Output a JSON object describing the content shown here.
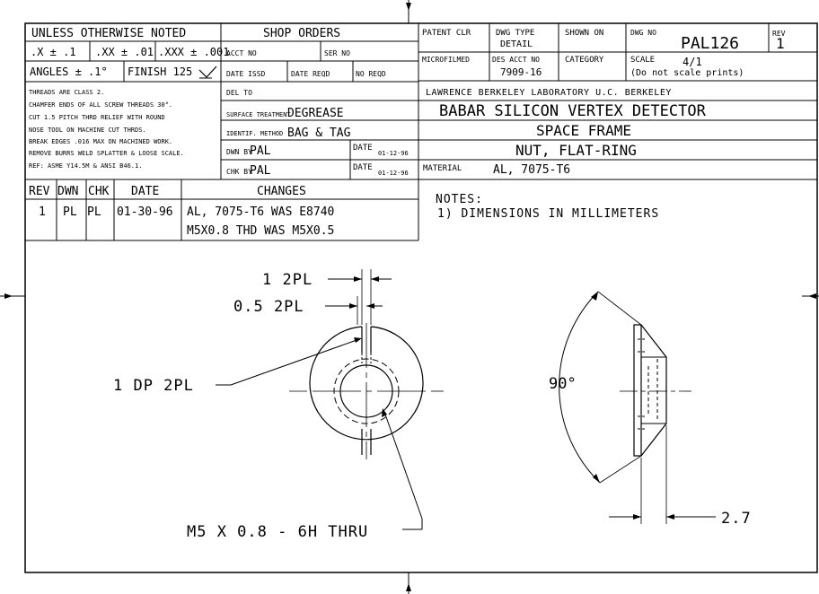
{
  "title_block": {
    "unless_noted": "UNLESS OTHERWISE NOTED",
    "tol_x": ".X ± .1",
    "tol_xx": ".XX ± .01",
    "tol_xxx": ".XXX ± .001",
    "angles": "ANGLES  ±  .1°",
    "finish": "FINISH 125",
    "general_notes": [
      "THREADS ARE CLASS 2.",
      "CHAMFER ENDS OF ALL SCREW THREADS 30°.",
      "CUT 1.5 PITCH THRD RELIEF WITH ROUND",
      "NOSE TOOL ON MACHINE CUT THRDS.",
      "BREAK EDGES .016 MAX ON MACHINED WORK.",
      "REMOVE BURRS WELD SPLATTER & LOOSE SCALE.",
      "REF: ASME Y14.5M & ANSI B46.1."
    ],
    "shop_orders": "SHOP ORDERS",
    "acct_no_label": "ACCT NO",
    "ser_no_label": "SER NO",
    "date_issd_label": "DATE ISSD",
    "date_reqd_label": "DATE REQD",
    "no_reqd_label": "NO REQD",
    "del_to_label": "DEL TO",
    "surface_treatment_label": "SURFACE TREATMENT",
    "surface_treatment": "DEGREASE",
    "identif_method_label": "IDENTIF. METHOD",
    "identif_method": "BAG & TAG",
    "dwn_by_label": "DWN BY",
    "dwn_by": "PAL",
    "chk_by_label": "CHK BY",
    "chk_by": "PAL",
    "date_label": "DATE",
    "dwn_date": "01-12-96",
    "chk_date": "01-12-96",
    "patent_clr": "PATENT CLR",
    "dwg_type_label": "DWG TYPE",
    "dwg_type": "DETAIL",
    "shown_on": "SHOWN ON",
    "dwg_no_label": "DWG NO",
    "dwg_no": "PAL126",
    "rev_label": "REV",
    "rev": "1",
    "microfilmed": "MICROFILMED",
    "des_acct_no_label": "DES ACCT NO",
    "des_acct_no": "7909-16",
    "category": "CATEGORY",
    "scale_label": "SCALE",
    "scale": "4/1",
    "scale_note": "(Do not scale prints)",
    "lab": "LAWRENCE  BERKELEY  LABORATORY  U.C. BERKELEY",
    "project": "BABAR SILICON VERTEX DETECTOR",
    "assembly": "SPACE FRAME",
    "part_name": "NUT, FLAT-RING",
    "material_label": "MATERIAL",
    "material": "AL, 7075-T6"
  },
  "revision_table": {
    "headers": [
      "REV",
      "DWN",
      "CHK",
      "DATE",
      "CHANGES"
    ],
    "rows": [
      {
        "rev": "1",
        "dwn": "PL",
        "chk": "PL",
        "date": "01-30-96",
        "change_1": "AL, 7075-T6 WAS E8740",
        "change_2": "M5X0.8 THD WAS M5X0.5"
      }
    ]
  },
  "notes": {
    "heading": "NOTES:",
    "items": [
      "1) DIMENSIONS IN MILLIMETERS"
    ]
  },
  "dimensions": {
    "slot_width": "1  2PL",
    "slot_depth": "0.5  2PL",
    "slot_dp": "1 DP 2PL",
    "thread": "M5 X 0.8 - 6H THRU",
    "angle": "90°",
    "thickness": "2.7"
  }
}
